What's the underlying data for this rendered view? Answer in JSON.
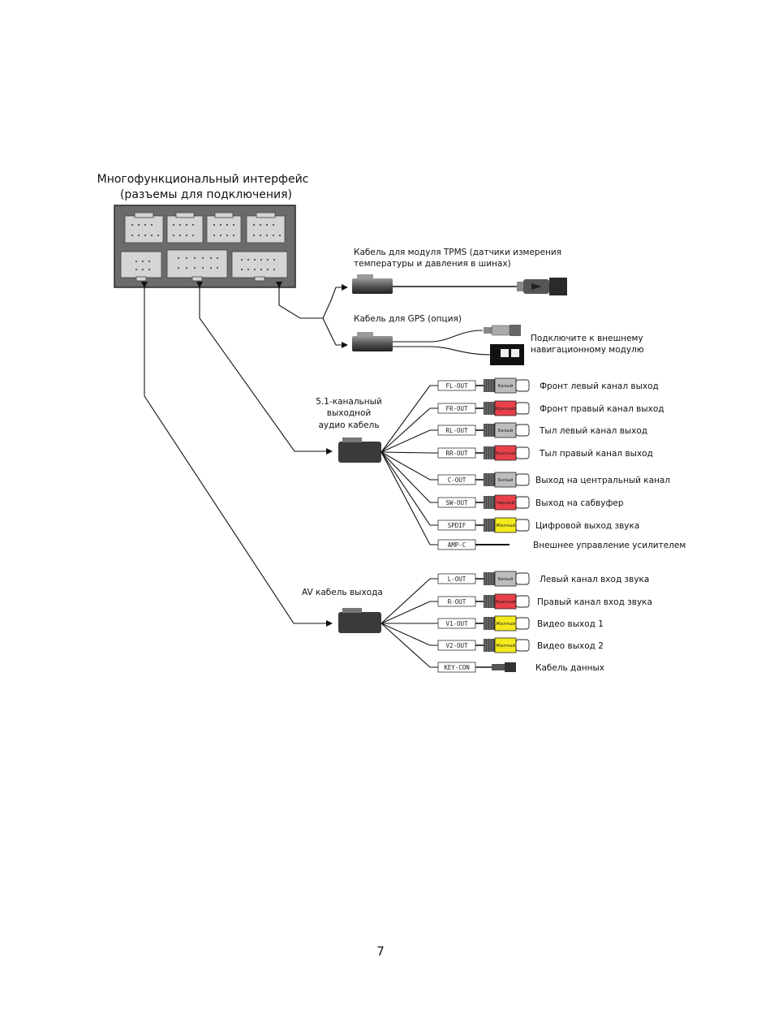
{
  "header": {
    "title_line1": "Многофункциональный интерфейс",
    "title_line2": "(разъемы для подключения)"
  },
  "tpms": {
    "label_line1": "Кабель для модуля TPMS (датчики измерения",
    "label_line2": "температуры и давления в шинах)"
  },
  "gps": {
    "label": "Кабель для GPS (опция)",
    "note_line1": "Подключите к внешнему",
    "note_line2": "навигационному модулю"
  },
  "audio51": {
    "label_line1": "5.1-канальный",
    "label_line2": "выходной",
    "label_line3": "аудио кабель",
    "outputs": [
      {
        "tag": "FL-OUT",
        "color": "Белый",
        "desc": "Фронт левый канал выход",
        "fill": "#bdbdbd"
      },
      {
        "tag": "FR-OUT",
        "color": "Красный",
        "desc": "Фронт правый канал выход",
        "fill": "#e8404a"
      },
      {
        "tag": "RL-OUT",
        "color": "Белый",
        "desc": "Тыл левый канал выход",
        "fill": "#bdbdbd"
      },
      {
        "tag": "RR-OUT",
        "color": "Красный",
        "desc": "Тыл правый канал выход",
        "fill": "#e8404a"
      },
      {
        "tag": "C-OUT",
        "color": "Белый",
        "desc": "Выход на центральный канал",
        "fill": "#bdbdbd"
      },
      {
        "tag": "SW-OUT",
        "color": "Черный",
        "desc": "Выход на сабвуфер",
        "fill": "#e8404a"
      },
      {
        "tag": "SPDIF",
        "color": "Желтый",
        "desc": "Цифровой выход звука",
        "fill": "#f2ea1c"
      },
      {
        "tag": "AMP-C",
        "color": "",
        "desc": "Внешнее управление усилителем",
        "fill": ""
      }
    ]
  },
  "av": {
    "label": "AV кабель выхода",
    "outputs": [
      {
        "tag": "L-OUT",
        "color": "Белый",
        "desc": "Левый канал вход звука",
        "fill": "#bdbdbd"
      },
      {
        "tag": "R-OUT",
        "color": "Красный",
        "desc": "Правый канал вход звука",
        "fill": "#e8404a"
      },
      {
        "tag": "V1-OUT",
        "color": "Желтый",
        "desc": "Видео выход 1",
        "fill": "#f2ea1c"
      },
      {
        "tag": "V2-OUT",
        "color": "Желтый",
        "desc": "Видео выход 2",
        "fill": "#f2ea1c"
      },
      {
        "tag": "KEY-CON",
        "color": "",
        "desc": "Кабель данных",
        "fill": ""
      }
    ]
  },
  "page_number": "7"
}
